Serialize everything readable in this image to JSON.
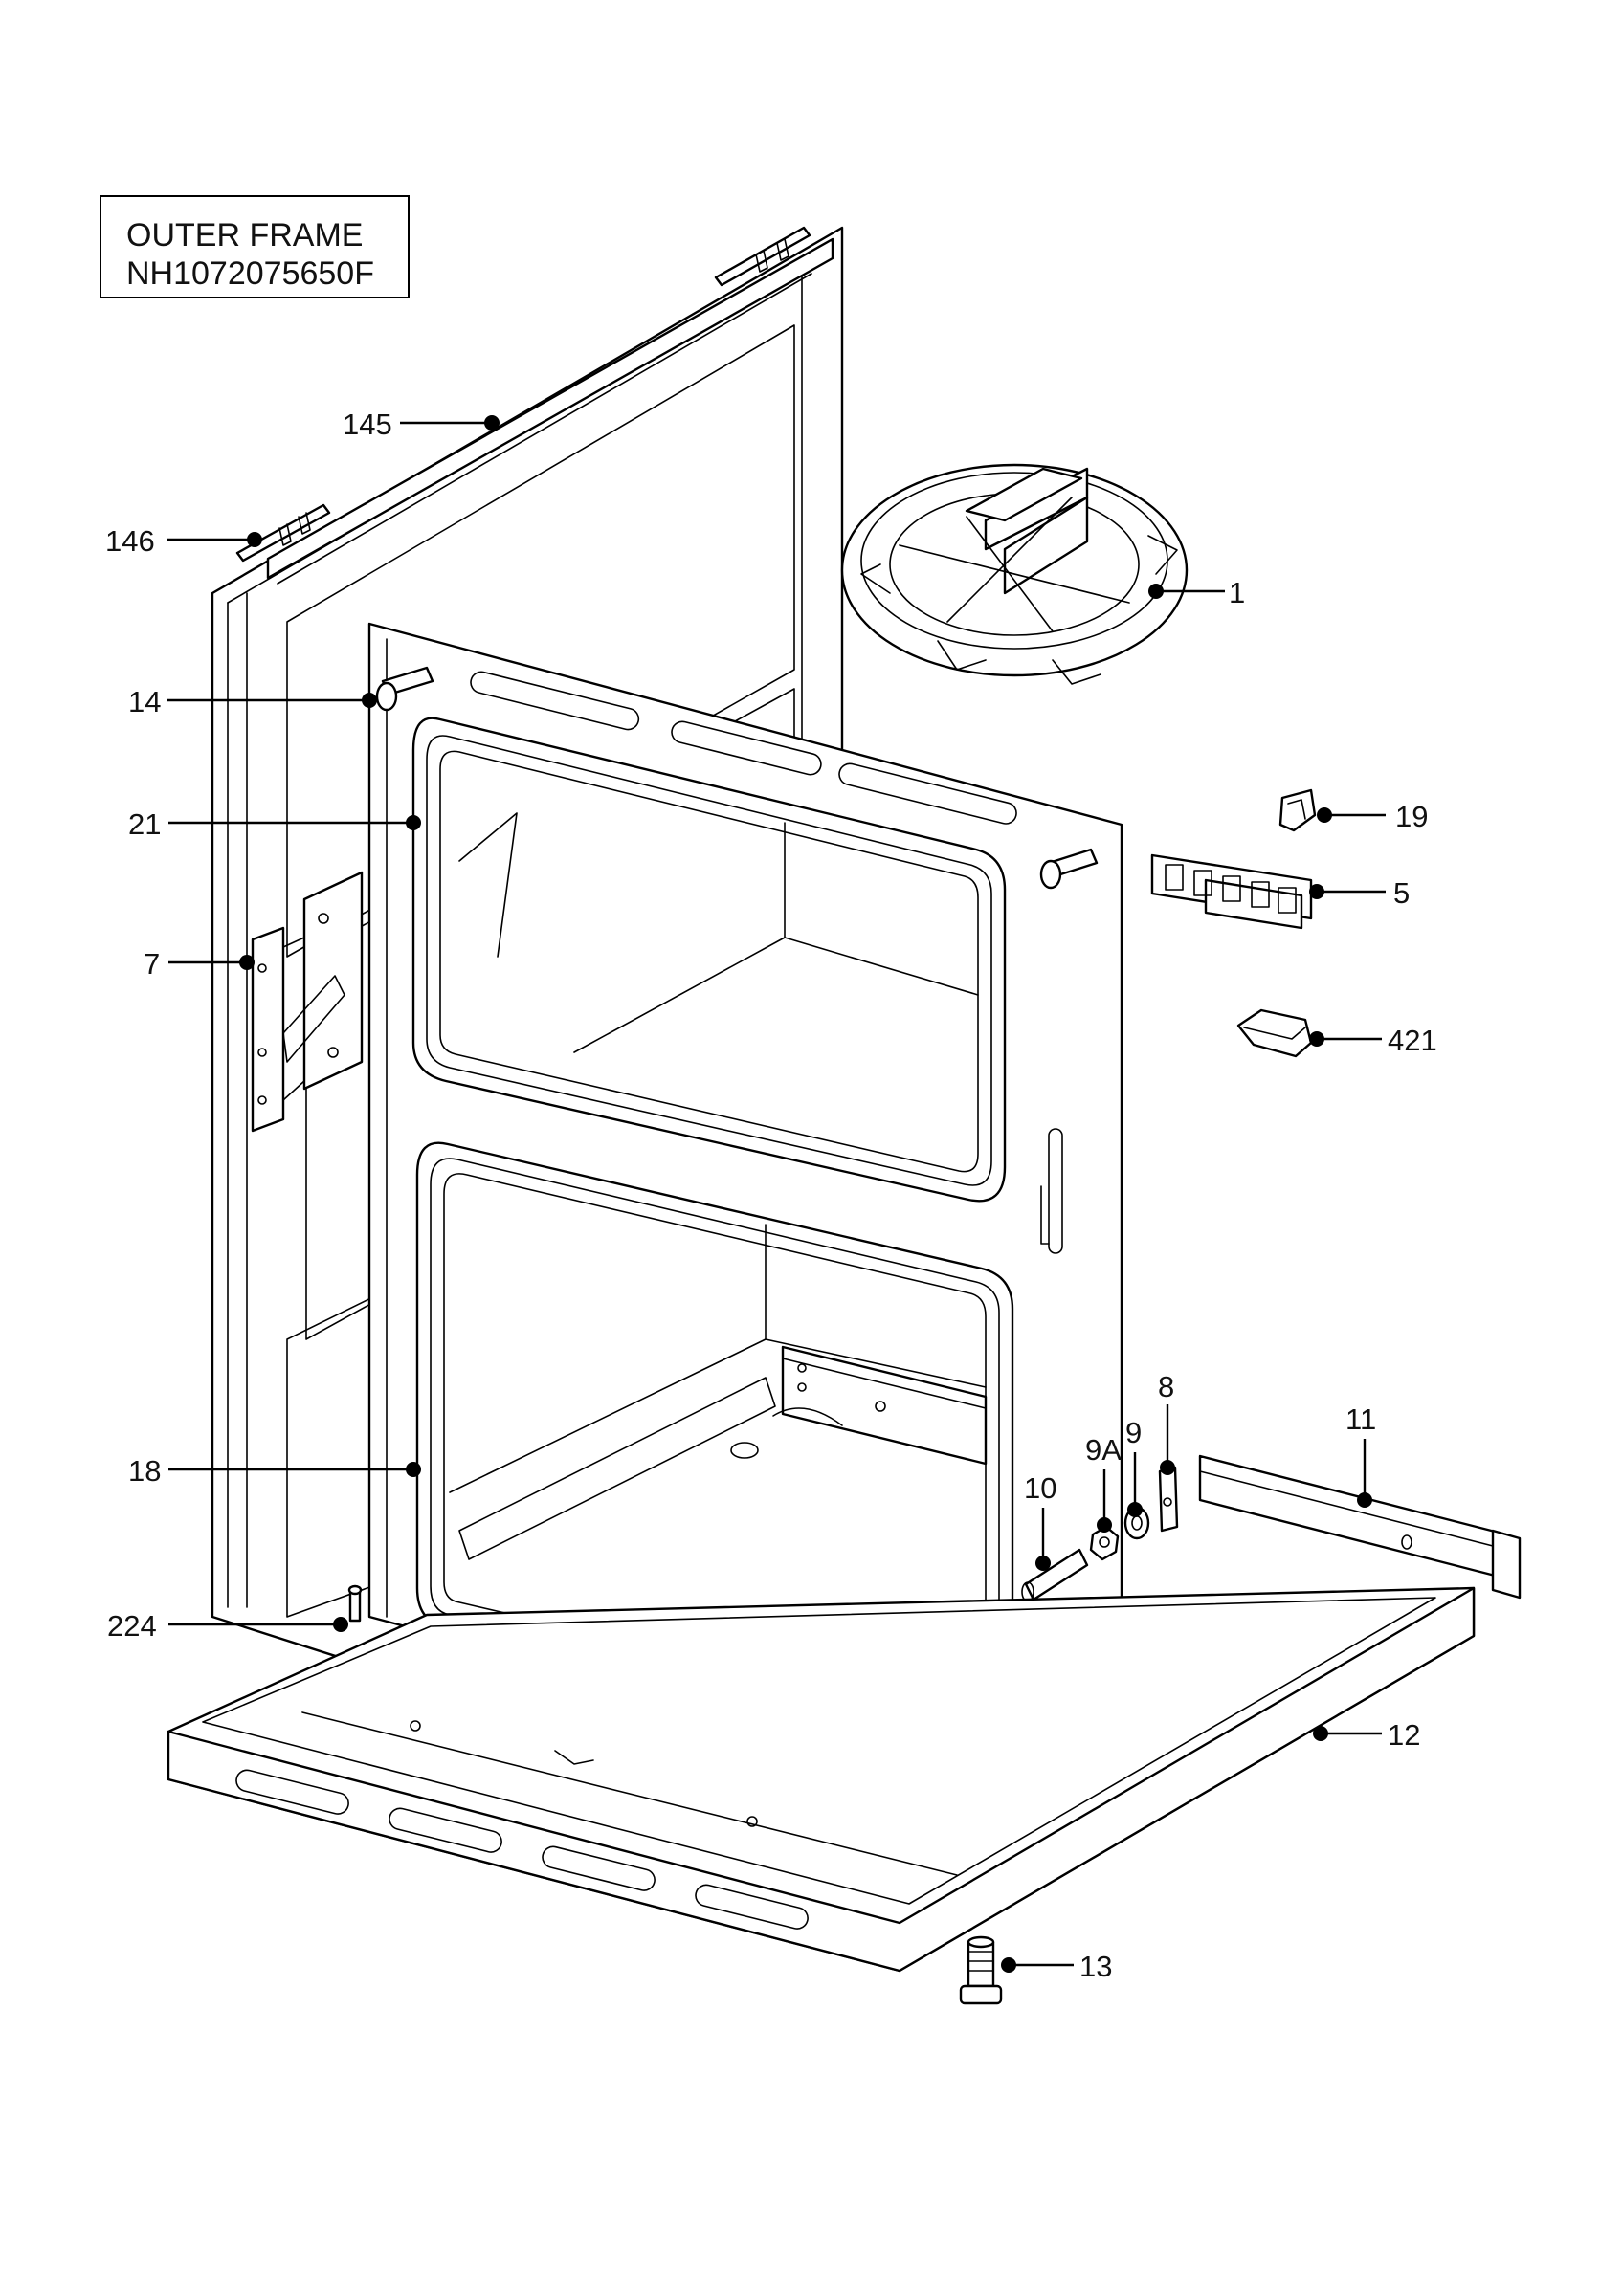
{
  "title": {
    "line1": "OUTER FRAME",
    "line2": "NH1072075650F"
  },
  "callouts": [
    {
      "id": "145",
      "label": "145"
    },
    {
      "id": "146",
      "label": "146"
    },
    {
      "id": "1",
      "label": "1"
    },
    {
      "id": "14",
      "label": "14"
    },
    {
      "id": "21",
      "label": "21"
    },
    {
      "id": "19",
      "label": "19"
    },
    {
      "id": "5",
      "label": "5"
    },
    {
      "id": "7",
      "label": "7"
    },
    {
      "id": "421",
      "label": "421"
    },
    {
      "id": "8",
      "label": "8"
    },
    {
      "id": "9",
      "label": "9"
    },
    {
      "id": "9A",
      "label": "9A"
    },
    {
      "id": "11",
      "label": "11"
    },
    {
      "id": "10",
      "label": "10"
    },
    {
      "id": "18",
      "label": "18"
    },
    {
      "id": "224",
      "label": "224"
    },
    {
      "id": "12",
      "label": "12"
    },
    {
      "id": "13",
      "label": "13"
    }
  ]
}
